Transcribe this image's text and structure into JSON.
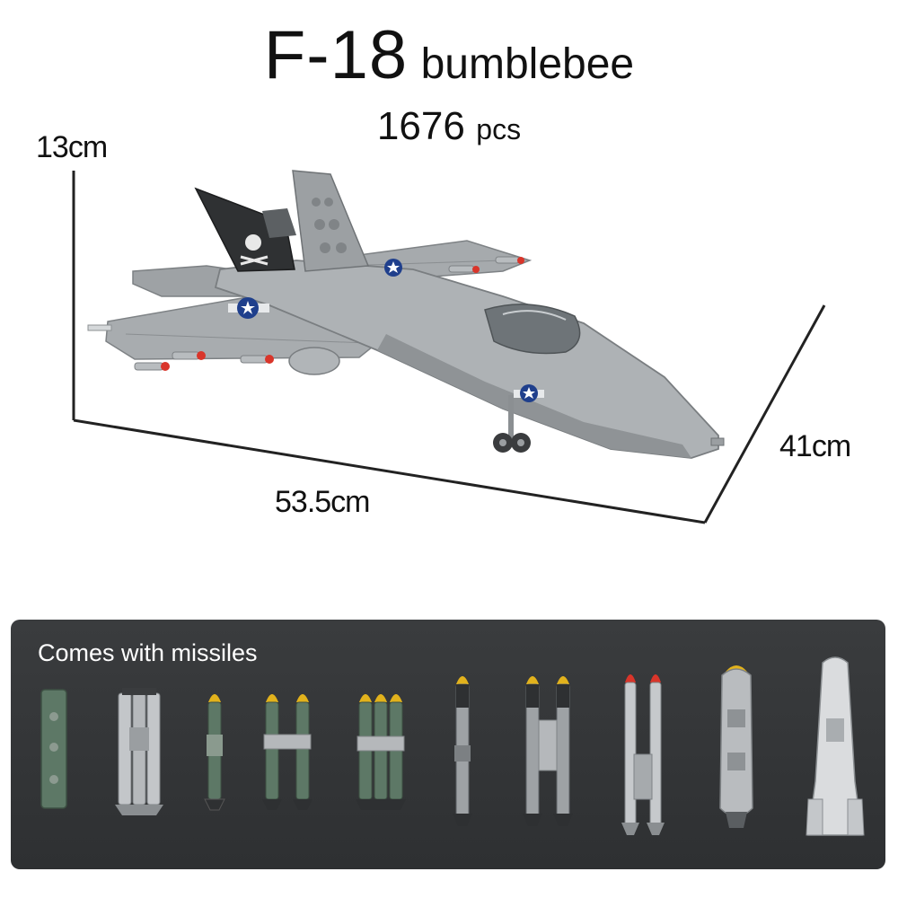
{
  "product": {
    "model": "F-18",
    "name": "bumblebee",
    "piece_count": "1676",
    "piece_unit": "pcs"
  },
  "dimensions": {
    "height": "13cm",
    "length": "53.5cm",
    "width": "41cm"
  },
  "missiles_panel": {
    "title": "Comes with missiles",
    "background": "#333537"
  },
  "colors": {
    "aircraft_gray": "#a9adb0",
    "insignia_blue": "#1f3f8c",
    "missile_green": "#5d7866",
    "missile_tip_yellow": "#e2b21c",
    "missile_tip_red": "#d9352a"
  }
}
